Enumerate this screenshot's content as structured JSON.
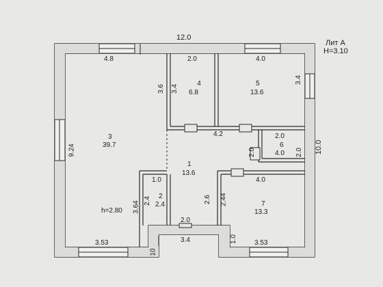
{
  "title": {
    "lit": "Лит А",
    "height": "H=3.10"
  },
  "outer": {
    "top": "12.0",
    "right": "10.0"
  },
  "dims": {
    "d48": "4.8",
    "d20a": "2.0",
    "d40a": "4.0",
    "d36": "3.6",
    "d34a": "3.4",
    "d34b": "3.4",
    "d42": "4.2",
    "d20b": "2.0",
    "d20c": "2.0",
    "d20d": "2.0",
    "d40b": "4.0",
    "d924": "9.24",
    "d10a": "1.0",
    "d24a": "2.4",
    "d364": "3.64",
    "d26": "2.6",
    "d244": "2.44",
    "d20e": "2.0",
    "d353a": "3.53",
    "d34c": "3.4",
    "d10b": "1.0",
    "d353b": "3.53",
    "d10c": "10",
    "h280": "h=2.80"
  },
  "rooms": [
    {
      "num": "4",
      "area": "6.8"
    },
    {
      "num": "5",
      "area": "13.6"
    },
    {
      "num": "3",
      "area": "39.7"
    },
    {
      "num": "6",
      "area": "4.0"
    },
    {
      "num": "1",
      "area": "13.6"
    },
    {
      "num": "2",
      "area": "2.4"
    },
    {
      "num": "7",
      "area": "13.3"
    }
  ]
}
